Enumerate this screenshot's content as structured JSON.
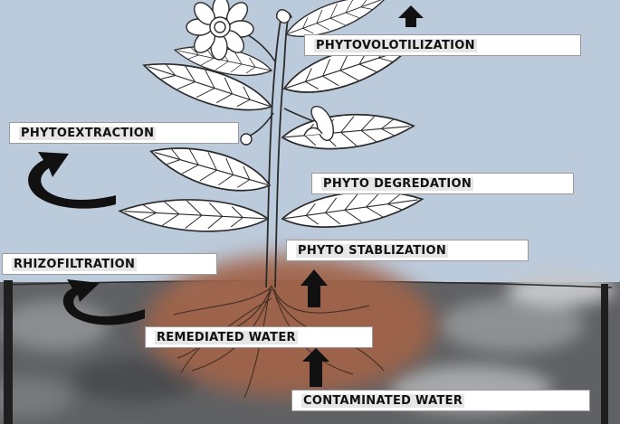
{
  "labels": {
    "phytovolatilization": "PHYTOVOLOTILIZATION",
    "phytoextraction": "PHYTOEXTRACTION",
    "phyto_degradation": "PHYTO DEGREDATION",
    "phyto_stabilization": "PHYTO STABLIZATION",
    "rhizofiltration": "RHIZOFILTRATION",
    "remediated_water": "REMEDIATED WATER",
    "contaminated_water": "CONTAMINATED WATER"
  },
  "colors": {
    "sky": "#bccbdc",
    "soil": "#5f6164",
    "root_zone": "#a0644a",
    "container": "#1f1f1f",
    "arrow": "#111111",
    "label_background": "#ffffff"
  }
}
